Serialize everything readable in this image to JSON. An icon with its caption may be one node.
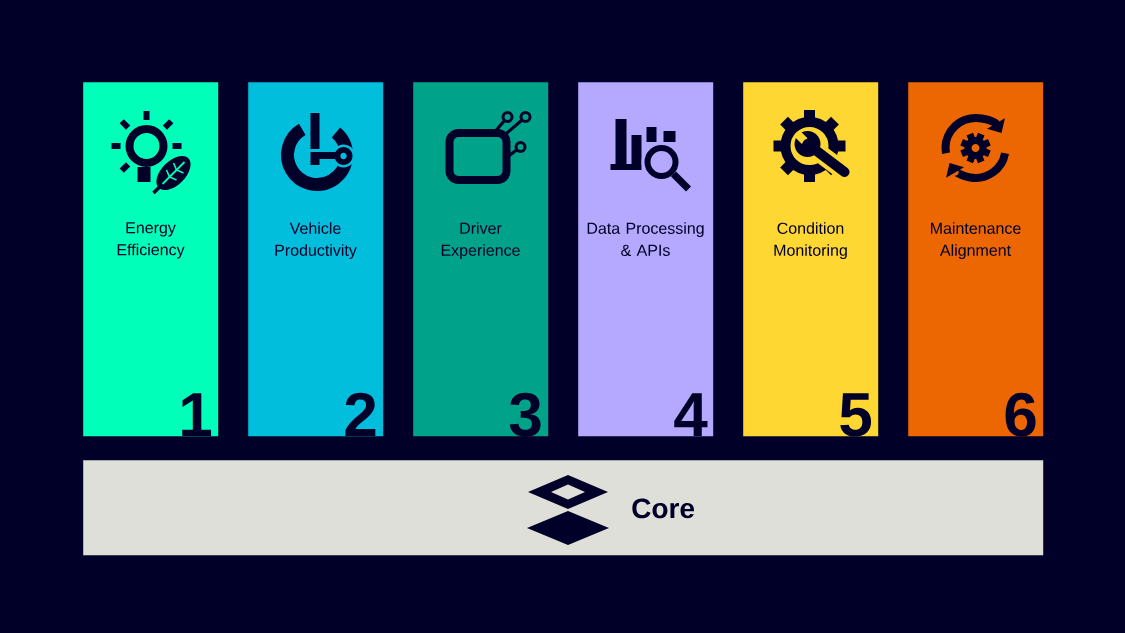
{
  "diagram": {
    "nodes": [
      {
        "text": [
          "Energy Efficiency",
          "1"
        ]
      },
      {
        "text": [
          "Vehicle Productivity",
          "2"
        ]
      },
      {
        "text": [
          "Driver Experience",
          "3"
        ]
      },
      {
        "text": [
          "Data Processing & APIs",
          "4"
        ]
      },
      {
        "text": [
          "Condition Monitoring",
          "5"
        ]
      },
      {
        "text": [
          "Maintenance Alignment",
          "6"
        ]
      },
      {
        "text": [
          "Core"
        ]
      }
    ]
  }
}
